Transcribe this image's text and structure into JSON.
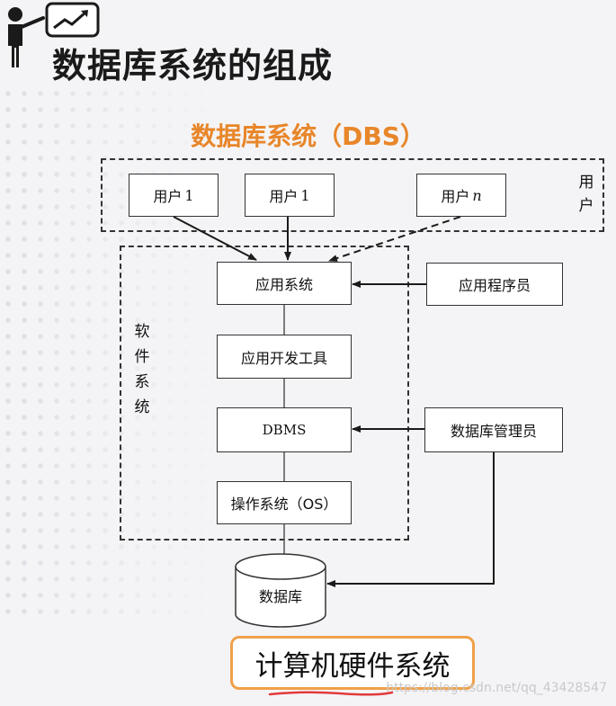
{
  "page": {
    "title": "数据库系统的组成"
  },
  "diagram": {
    "title": "数据库系统（DBS）",
    "users": {
      "label_chars": [
        "用",
        "户"
      ],
      "boxes": [
        {
          "text": "用户",
          "suffix": "1"
        },
        {
          "text": "用户",
          "suffix": "1"
        },
        {
          "text": "用户",
          "suffix": "n"
        }
      ]
    },
    "software": {
      "label_chars": [
        "软",
        "件",
        "系",
        "统"
      ],
      "app_system": "应用系统",
      "dev_tools": "应用开发工具",
      "dbms": "DBMS",
      "os": "操作系统（OS）"
    },
    "roles": {
      "programmer": "应用程序员",
      "dba": "数据库管理员"
    },
    "database": "数据库",
    "hardware": "计算机硬件系统"
  },
  "watermark": "https://blog.csdn.net/qq_43428547"
}
